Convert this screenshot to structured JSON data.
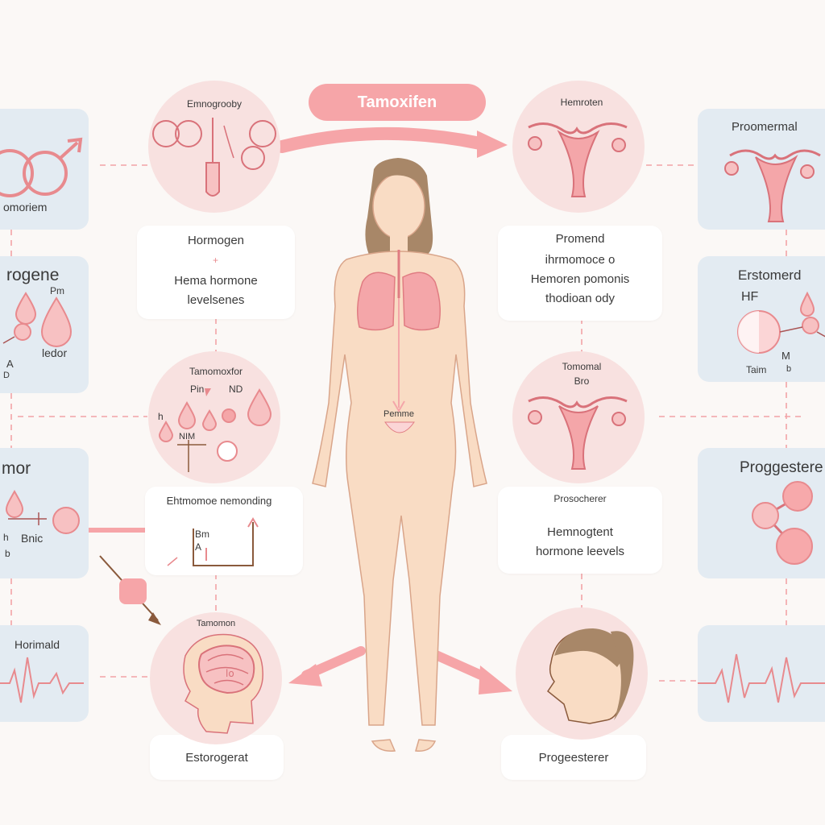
{
  "title": "Tamoxifen",
  "colors": {
    "accent": "#f28b90",
    "pink_circle": "#f8e1e0",
    "blue_card": "#e3ebf2",
    "skin": "#f9dcc4",
    "hair": "#a88768",
    "dashed": "#f2a3a6"
  },
  "icons": [
    "male-gender-icon",
    "drop-icon",
    "molecule-icon",
    "heartbeat-icon",
    "uterus-icon",
    "brain-icon",
    "head-profile-icon",
    "lungs-icon"
  ],
  "left_cards": {
    "card1": {
      "label": "omoriem"
    },
    "card2": {
      "title": "rogene",
      "small_top": "Pm",
      "small_bottom": "ledor",
      "small_a": "A",
      "small_d": "D"
    },
    "card3": {
      "title": "mor",
      "small_bnic": "Bnic",
      "small_h": "h",
      "small_b": "b"
    },
    "card4": {
      "title": "Horimald"
    }
  },
  "right_cards": {
    "card1": {
      "title": "Proomermal"
    },
    "card2": {
      "title": "Erstomerd",
      "small_hf": "HF",
      "small_m": "M",
      "small_taim": "Taim",
      "small_b": "b"
    },
    "card3": {
      "title": "Proggestere"
    },
    "card4": {
      "title": ""
    }
  },
  "circles": {
    "top_left": {
      "title": "Emnogrooby"
    },
    "mid_left": {
      "title": "Tamomoxfor",
      "t_pin": "Pin",
      "t_nd": "ND",
      "t_h": "h",
      "t_nim": "NIM"
    },
    "bottom_left": {
      "title": "Tamomon"
    },
    "top_right": {
      "title": "Hemroten"
    },
    "mid_right": {
      "title": "Tomomal",
      "subtitle": "Bro"
    },
    "bottom_right": {
      "title": ""
    }
  },
  "label_cards": {
    "left_top": {
      "line1": "Hormogen",
      "line2": "Hema hormone",
      "line3": "levelsenes"
    },
    "left_mid": {
      "line1": "Ehtmomoe nemonding",
      "sub1": "Bm",
      "sub2": "A"
    },
    "left_bottom": {
      "line1": "Estorogerat"
    },
    "right_top": {
      "line1": "Promend",
      "line2": "ihrmomoce o",
      "line3": "Hemoren pomonis",
      "line4": "thodioan ody"
    },
    "right_mid": {
      "line1": "Prosocherer",
      "line2": "Hemnogtent",
      "line3": "hormone leevels"
    },
    "right_bottom": {
      "line1": "Progeesterer"
    }
  },
  "figure": {
    "pelvis_label": "Pemme"
  }
}
